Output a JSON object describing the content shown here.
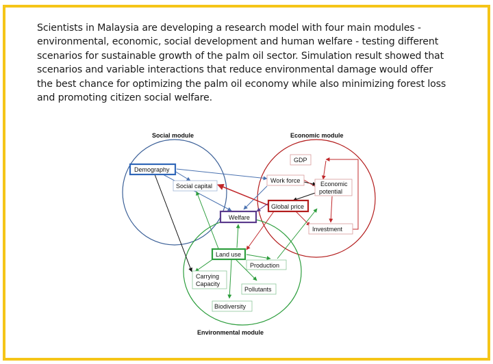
{
  "paragraph": "Scientists in Malaysia are developing a research model with four main modules - environmental, economic, social development and human welfare - testing different scenarios for sustainable growth of the palm oil sector. Simulation result showed that scenarios and variable interactions that reduce environmental damage would offer the best chance for optimizing the palm oil economy while also minimizing forest loss and promoting citizen social welfare.",
  "colors": {
    "border": "#f5c518",
    "social": "#3a5f97",
    "economic": "#b31c1c",
    "environmental": "#2c9d3c",
    "welfare": "#5a3a8c"
  },
  "diagram": {
    "modules": {
      "social": "Social module",
      "economic": "Economic module",
      "environmental": "Environmental module"
    },
    "nodes": {
      "demography": "Demography",
      "social_capital": "Social capital",
      "gdp": "GDP",
      "work_force": "Work force",
      "economic_potential_1": "Economic",
      "economic_potential_2": "potential",
      "global_price": "Global price",
      "investment": "Investment",
      "welfare": "Welfare",
      "land_use": "Land use",
      "production": "Production",
      "carrying_capacity_1": "Carrying",
      "carrying_capacity_2": "Capacity",
      "pollutants": "Pollutants",
      "biodiversity": "Biodiversity"
    }
  }
}
